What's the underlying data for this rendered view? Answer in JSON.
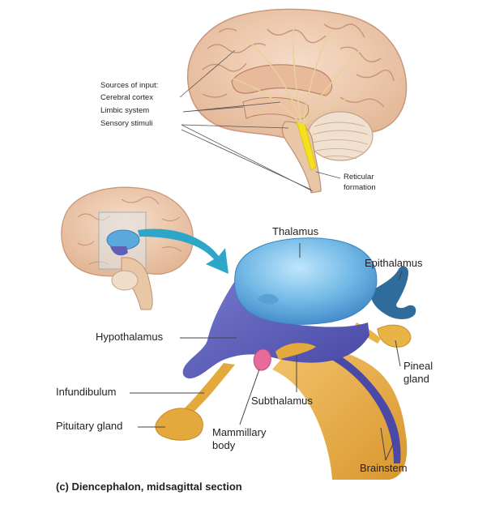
{
  "top_panel": {
    "sources_heading": "Sources of input:",
    "sources": [
      "Cerebral cortex",
      "Limbic system",
      "Sensory stimuli"
    ],
    "reticular_line1": "Reticular",
    "reticular_line2": "formation"
  },
  "bottom_panel": {
    "thalamus": "Thalamus",
    "epithalamus": "Epithalamus",
    "hypothalamus": "Hypothalamus",
    "pineal_line1": "Pineal",
    "pineal_line2": "gland",
    "infundibulum": "Infundibulum",
    "subthalamus": "Subthalamus",
    "pituitary": "Pituitary gland",
    "mammillary_line1": "Mammillary",
    "mammillary_line2": "body",
    "brainstem": "Brainstem"
  },
  "caption": "(c) Diencephalon, midsagittal section",
  "colors": {
    "brain": "#ecc9b0",
    "thalamus": "#5aa8dc",
    "hypothalamus": "#5f5fb6",
    "tract": "#e4a93c",
    "mammillary": "#e66a9a",
    "reticular": "#f4e01c",
    "arrow": "#2ea6c8"
  }
}
